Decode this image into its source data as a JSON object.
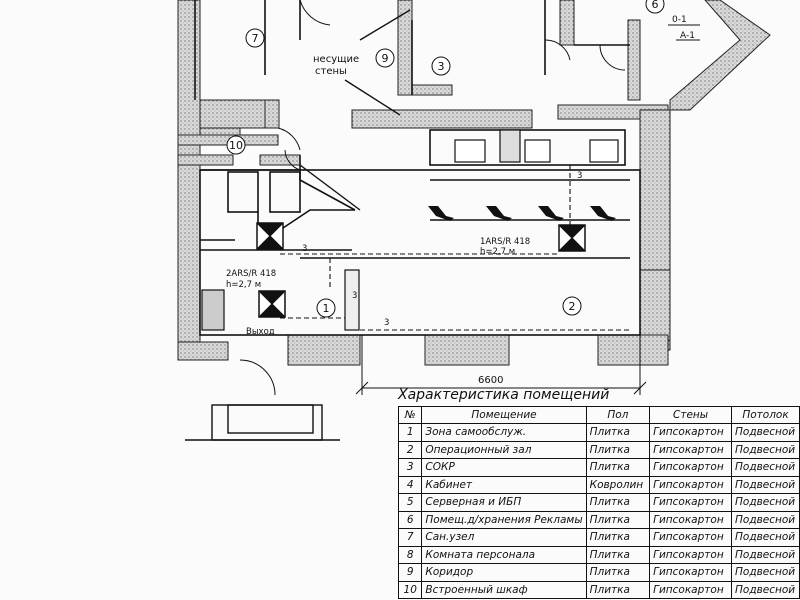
{
  "plan": {
    "label_walls": "несущие\nстены",
    "room_numbers": [
      "1",
      "2",
      "3",
      "6",
      "7",
      "9",
      "10"
    ],
    "equip_1": {
      "model": "1ARS/R 418",
      "height": "h=2,7 м"
    },
    "equip_2": {
      "model": "2ARS/R 418",
      "height": "h=2,7 м"
    },
    "wire_count": "3",
    "dimension": "6600",
    "exit_label": "Выход",
    "axis_o1": "0-1",
    "axis_a1": "A-1"
  },
  "table": {
    "title": "Характеристика помещений",
    "headers": [
      "№",
      "Помещение",
      "Пол",
      "Стены",
      "Потолок"
    ],
    "rows": [
      [
        "1",
        "Зона самообслуж.",
        "Плитка",
        "Гипсокартон",
        "Подвесной"
      ],
      [
        "2",
        "Операционный зал",
        "Плитка",
        "Гипсокартон",
        "Подвесной"
      ],
      [
        "3",
        "СОКР",
        "Плитка",
        "Гипсокартон",
        "Подвесной"
      ],
      [
        "4",
        "Кабинет",
        "Ковролин",
        "Гипсокартон",
        "Подвесной"
      ],
      [
        "5",
        "Серверная и ИБП",
        "Плитка",
        "Гипсокартон",
        "Подвесной"
      ],
      [
        "6",
        "Помещ.д/хранения Рекламы",
        "Плитка",
        "Гипсокартон",
        "Подвесной"
      ],
      [
        "7",
        "Сан.узел",
        "Плитка",
        "Гипсокартон",
        "Подвесной"
      ],
      [
        "8",
        "Комната персонала",
        "Плитка",
        "Гипсокартон",
        "Подвесной"
      ],
      [
        "9",
        "Коридор",
        "Плитка",
        "Гипсокартон",
        "Подвесной"
      ],
      [
        "10",
        "Встроенный шкаф",
        "Плитка",
        "Гипсокартон",
        "Подвесной"
      ]
    ]
  }
}
